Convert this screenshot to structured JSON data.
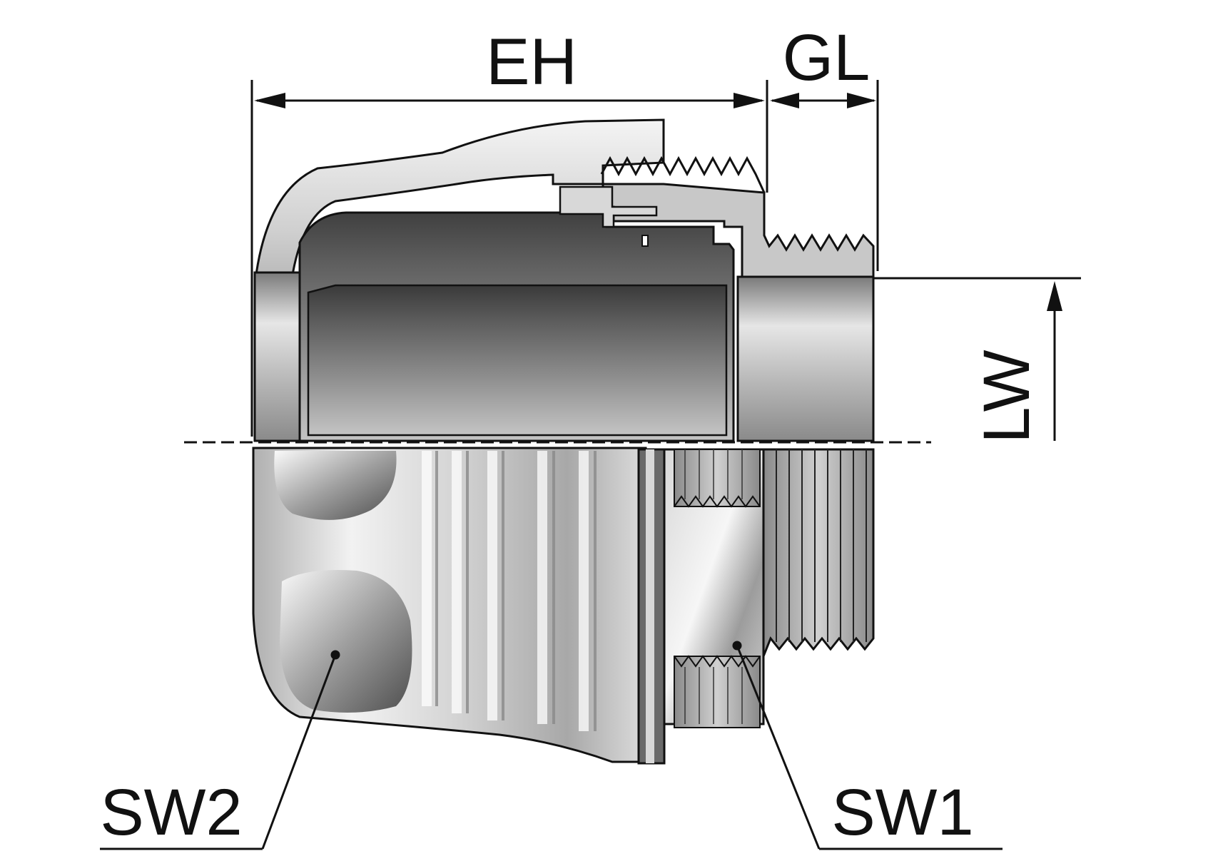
{
  "labels": {
    "eh": "EH",
    "gl": "GL",
    "lw": "LW",
    "sw1": "SW1",
    "sw2": "SW2"
  },
  "colors": {
    "ink": "#111111",
    "metal_light": "#e8e8e8",
    "metal_mid": "#b8b8b8",
    "metal_dark": "#6a6a6a",
    "bore_dark": "#4a4a4a"
  }
}
